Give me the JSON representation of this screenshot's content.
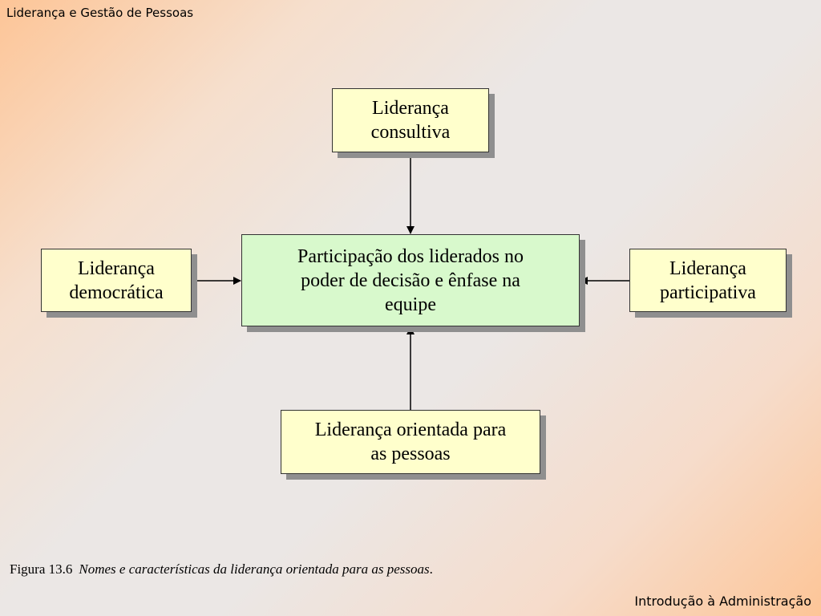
{
  "header": {
    "title": "Liderança e Gestão de Pessoas"
  },
  "footer": {
    "title": "Introdução à Administração"
  },
  "diagram": {
    "center": {
      "lines": [
        "Participação dos liderados no",
        "poder de decisão e ênfase na",
        "equipe"
      ]
    },
    "top": {
      "lines": [
        "Liderança",
        "consultiva"
      ]
    },
    "left": {
      "lines": [
        "Liderança",
        "democrática"
      ]
    },
    "right": {
      "lines": [
        "Liderança",
        "participativa"
      ]
    },
    "bottom": {
      "lines": [
        "Liderança orientada para",
        "as pessoas"
      ]
    }
  },
  "caption": {
    "label": "Figura 13.6",
    "text": "Nomes e características da liderança orientada para as pessoas",
    "punct": "."
  },
  "colors": {
    "box_fill": "#ffffcc",
    "center_fill": "#d8f9cc",
    "shadow": "#8f8f8f"
  }
}
